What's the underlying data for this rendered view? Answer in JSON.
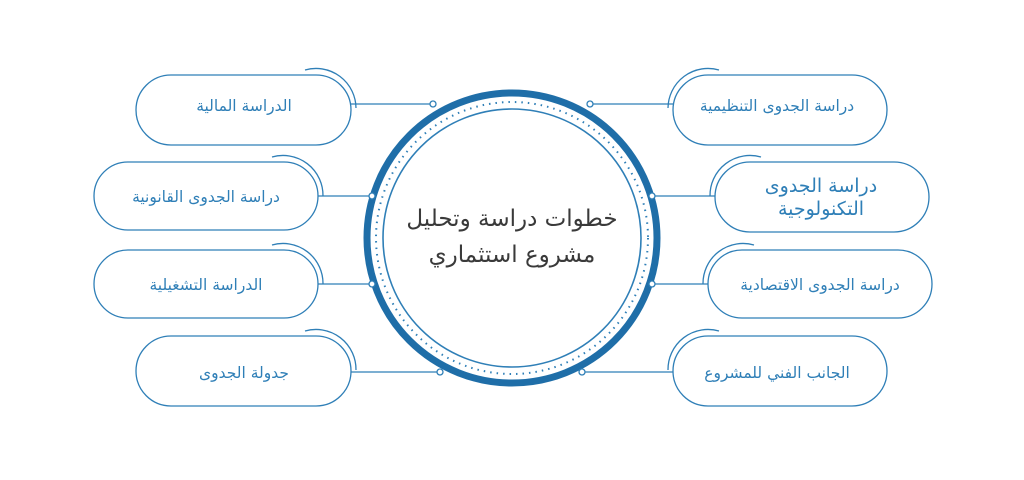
{
  "diagram": {
    "center": {
      "line1": "خطوات دراسة وتحليل",
      "line2": "مشروع استثماري"
    },
    "left_items": [
      {
        "label": "الدراسة المالية"
      },
      {
        "label": "دراسة الجدوى القانونية"
      },
      {
        "label": "الدراسة التشغيلية"
      },
      {
        "label": "جدولة الجدوى"
      }
    ],
    "right_items": [
      {
        "label": "دراسة الجدوى التنظيمية"
      },
      {
        "label": "دراسة الجدوى",
        "label2": "التكنولوجية"
      },
      {
        "label": "دراسة الجدوى الاقتصادية"
      },
      {
        "label": "الجانب الفني للمشروع"
      }
    ],
    "colors": {
      "accent": "#2f7fb7",
      "ring_dark": "#1f6ea8",
      "text_dark": "#3a3a3a",
      "background": "#ffffff"
    }
  }
}
